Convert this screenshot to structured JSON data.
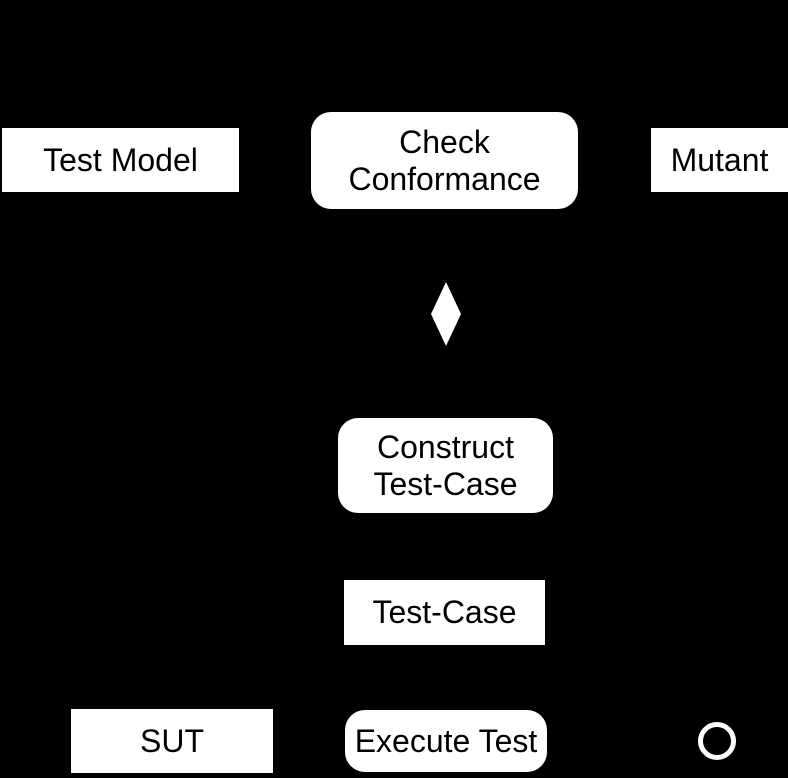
{
  "diagram": {
    "colors": {
      "background": "#000000",
      "node_fill": "#ffffff",
      "node_text": "#000000",
      "shape_fill": "#ffffff"
    },
    "nodes": {
      "test_model": {
        "label": "Test Model",
        "shape": "rectangle"
      },
      "check_conformance": {
        "label": "Check\nConformance",
        "shape": "rounded-rectangle"
      },
      "mutant": {
        "label": "Mutant",
        "shape": "rectangle"
      },
      "decision": {
        "label": "",
        "shape": "diamond"
      },
      "construct_test_case": {
        "label": "Construct\nTest-Case",
        "shape": "rounded-rectangle"
      },
      "test_case": {
        "label": "Test-Case",
        "shape": "rectangle"
      },
      "sut": {
        "label": "SUT",
        "shape": "rectangle"
      },
      "execute_test": {
        "label": "Execute Test",
        "shape": "rounded-rectangle"
      },
      "final_node": {
        "label": "",
        "shape": "circle-outline"
      }
    }
  }
}
